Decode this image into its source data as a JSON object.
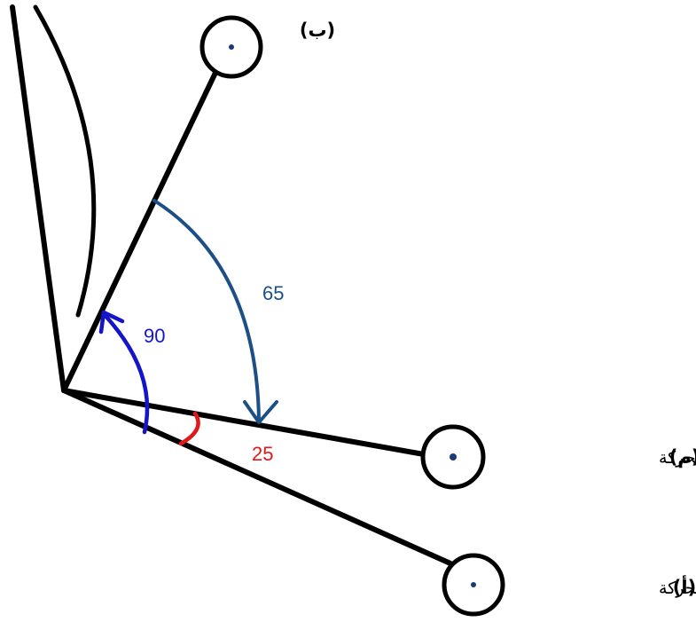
{
  "labels": {
    "point_b": "(ب)",
    "point_m": "(م)",
    "point_m_text": "نهاية الحركة",
    "point_a": "(أ)",
    "point_a_text": "بداية الحركة"
  },
  "angles": {
    "a_to_b": "90",
    "b_to_m": "65",
    "a_to_m": "25"
  },
  "colors": {
    "line": "#000000",
    "arc_90": "#1414c8",
    "arc_65": "#1c4f86",
    "arc_25": "#e01818",
    "dot": "#1a3a7a"
  }
}
